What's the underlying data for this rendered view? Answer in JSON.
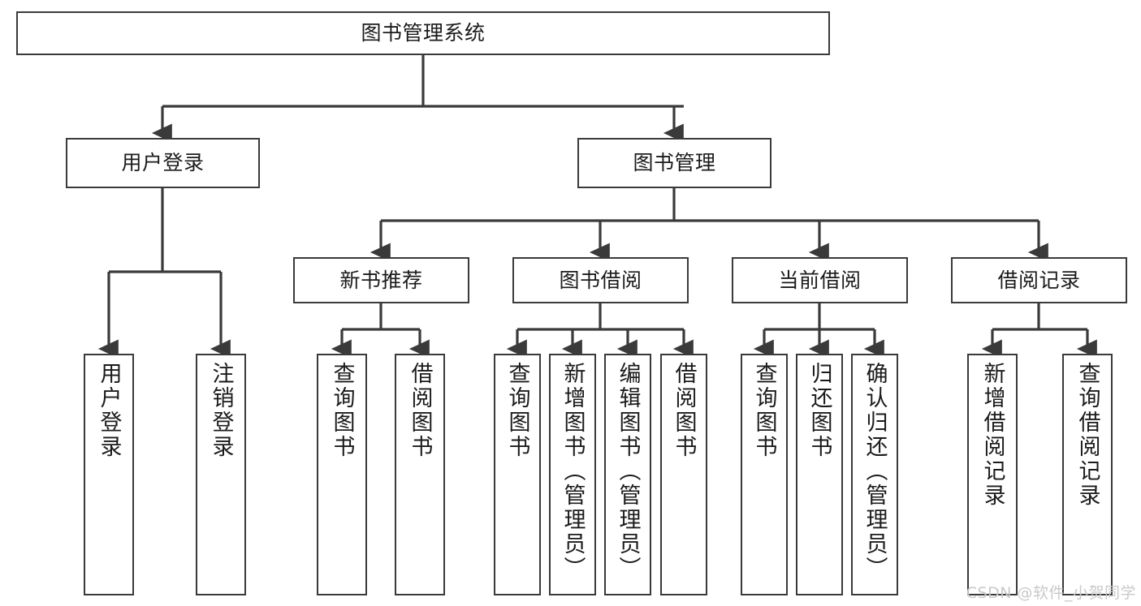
{
  "diagram": {
    "title": "图书管理系统",
    "type": "tree-hierarchy-diagram",
    "watermark": "CSDN @软件_小贺同学",
    "colors": {
      "node_border": "#3a3a3a",
      "node_fill": "#ffffff",
      "edge": "#3a3a3a",
      "text": "#1b1b1b",
      "watermark": "#c9c9c9",
      "background": "#ffffff"
    },
    "nodes": {
      "root": {
        "label": "图书管理系统"
      },
      "level2": [
        {
          "id": "user-login",
          "label": "用户登录"
        },
        {
          "id": "book-manage",
          "label": "图书管理"
        }
      ],
      "level3": [
        {
          "id": "new-book-recommend",
          "label": "新书推荐"
        },
        {
          "id": "book-borrow",
          "label": "图书借阅"
        },
        {
          "id": "current-borrow",
          "label": "当前借阅"
        },
        {
          "id": "borrow-record",
          "label": "借阅记录"
        }
      ],
      "leaves": {
        "user_login": [
          {
            "id": "leaf-user-login",
            "label": "用户登录"
          },
          {
            "id": "leaf-user-logout",
            "label": "注销登录"
          }
        ],
        "new_book_recommend": [
          {
            "id": "leaf-query-book-1",
            "label": "查询图书"
          },
          {
            "id": "leaf-borrow-book-1",
            "label": "借阅图书"
          }
        ],
        "book_borrow": [
          {
            "id": "leaf-query-book-2",
            "label": "查询图书"
          },
          {
            "id": "leaf-add-book",
            "label": "新增图书（管理员）"
          },
          {
            "id": "leaf-edit-book",
            "label": "编辑图书（管理员）"
          },
          {
            "id": "leaf-borrow-book-2",
            "label": "借阅图书"
          }
        ],
        "current_borrow": [
          {
            "id": "leaf-query-book-3",
            "label": "查询图书"
          },
          {
            "id": "leaf-return-book",
            "label": "归还图书"
          },
          {
            "id": "leaf-confirm-return",
            "label": "确认归还（管理员）"
          }
        ],
        "borrow_record": [
          {
            "id": "leaf-add-record",
            "label": "新增借阅记录"
          },
          {
            "id": "leaf-query-record",
            "label": "查询借阅记录"
          }
        ]
      }
    }
  }
}
